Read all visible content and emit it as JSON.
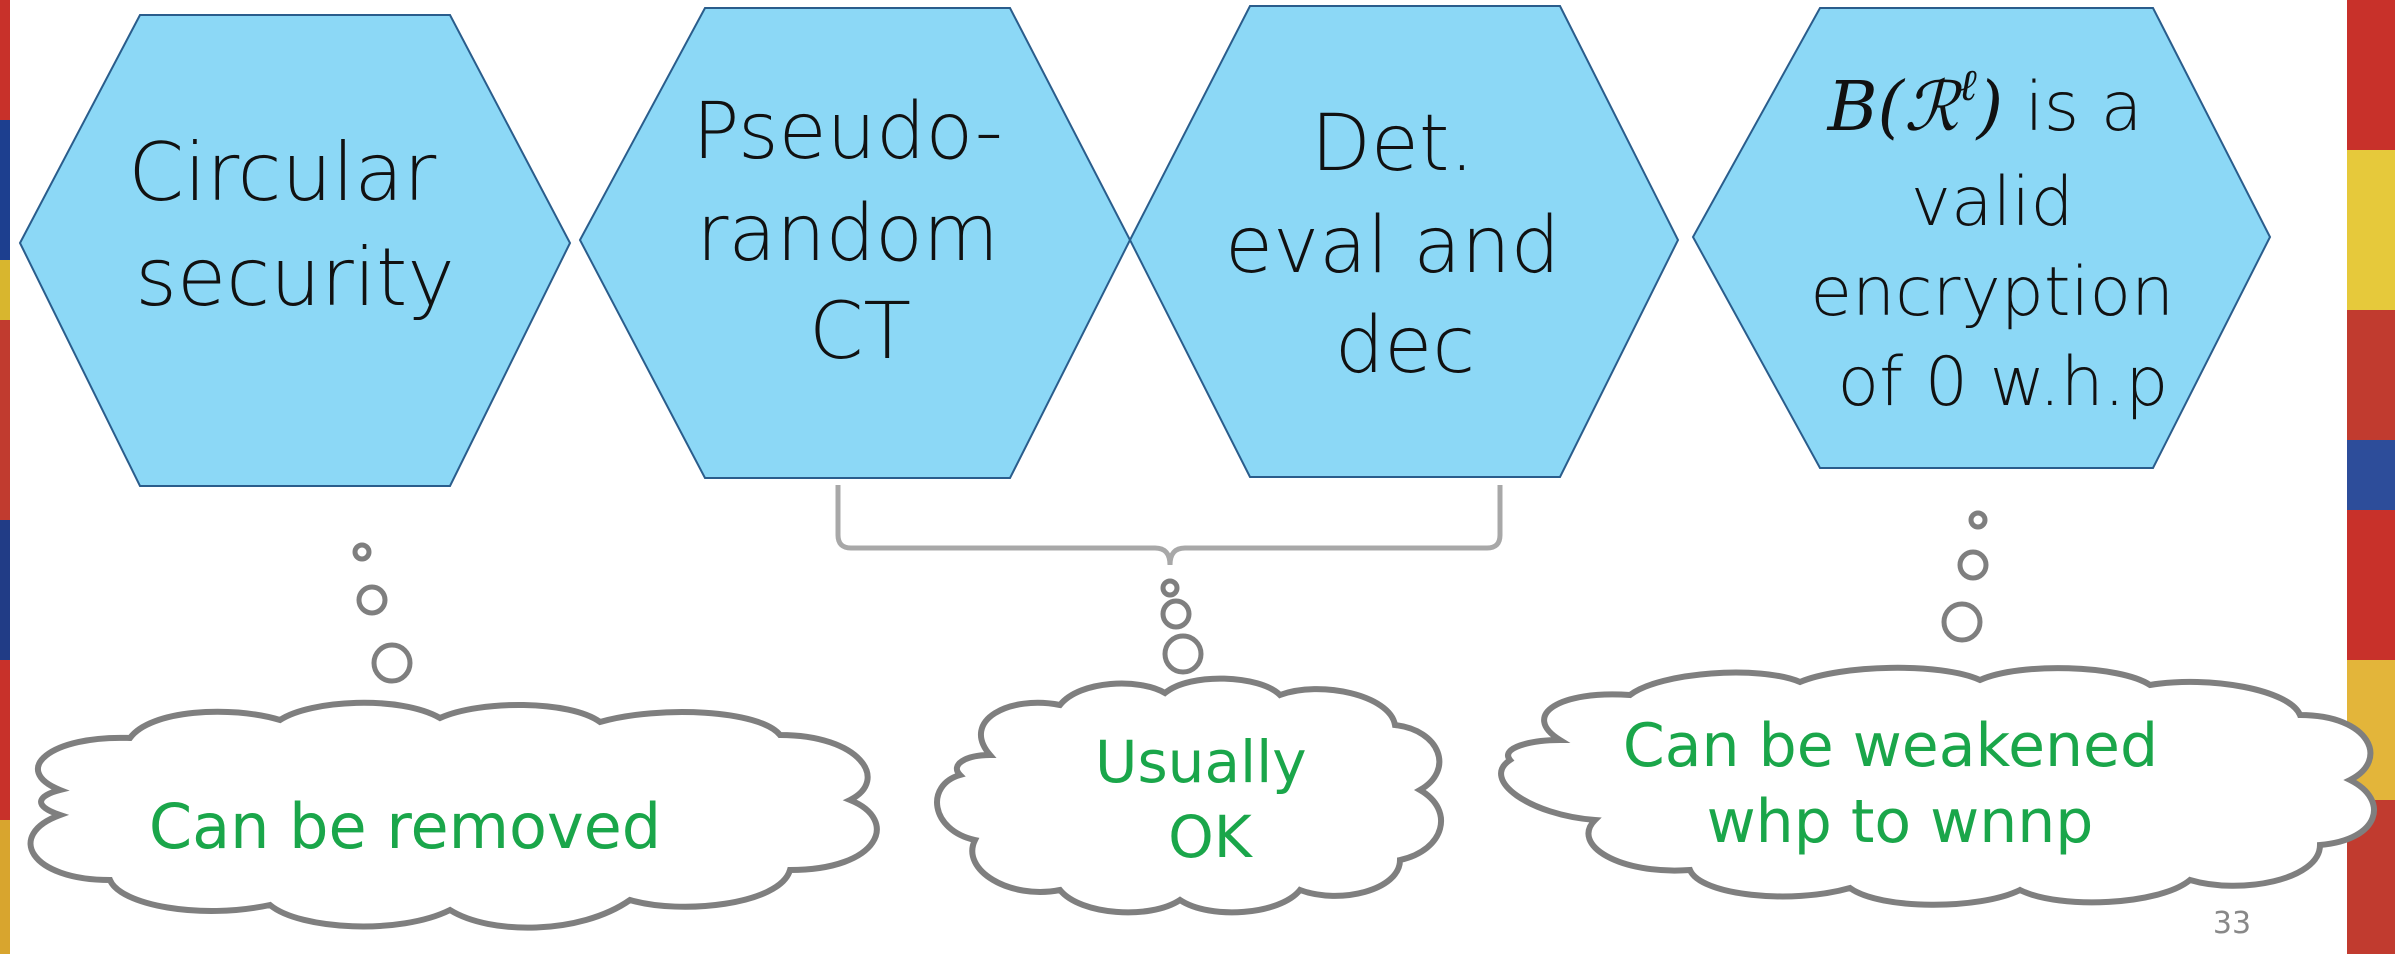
{
  "hexagons": [
    {
      "id": "circular-security",
      "lines": [
        "Circular",
        "security"
      ]
    },
    {
      "id": "pseudorandom-ct",
      "lines": [
        "Pseudo-",
        "random",
        "CT"
      ]
    },
    {
      "id": "det-eval-dec",
      "lines": [
        "Det.",
        "eval and",
        "dec"
      ]
    },
    {
      "id": "valid-encryption",
      "math_prefix": "B(ℛ",
      "math_superscript": "ℓ",
      "math_suffix": ")",
      "first_line_rest": " is a",
      "lines": [
        "valid",
        "encryption",
        "of 0 w.h.p"
      ]
    }
  ],
  "clouds": [
    {
      "id": "removed",
      "lines": [
        "Can be removed"
      ]
    },
    {
      "id": "usually-ok",
      "lines": [
        "Usually",
        "OK"
      ]
    },
    {
      "id": "weakened",
      "lines": [
        "Can be weakened",
        "whp to wnnp"
      ]
    }
  ],
  "slide_number": "33",
  "colors": {
    "hex_fill": "#8cd8f6",
    "hex_stroke": "#2a5d8c",
    "cloud_stroke": "#7f7f7f",
    "cloud_text": "#1aa64a",
    "bracket": "#a8a8a8"
  }
}
